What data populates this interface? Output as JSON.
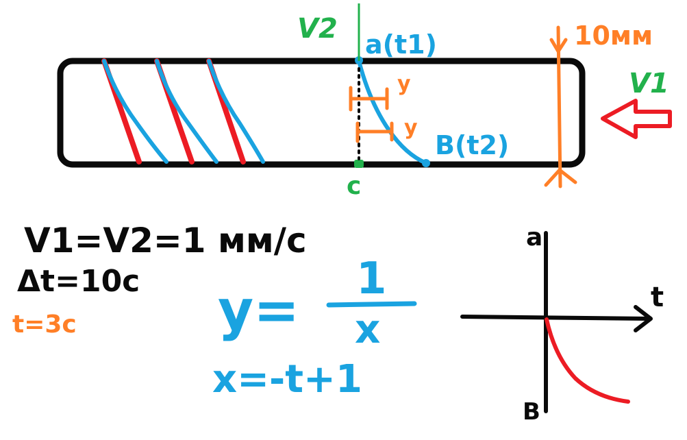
{
  "colors": {
    "black": "#0a0a0a",
    "red": "#ec1c24",
    "blue": "#1aa3e0",
    "green": "#22b14c",
    "orange": "#ff7f27",
    "white": "#ffffff"
  },
  "labels": {
    "v2": "V2",
    "point_a": "a(t1)",
    "point_b": "B(t2)",
    "point_c": "c",
    "y_tick": "y",
    "y_tick_2": "y",
    "mark_10mm": "10мм",
    "v1": "V1"
  },
  "equations": {
    "speeds": "V1=V2=1 мм/с",
    "delta_t": "Δt=10с",
    "t_value": "t=3с",
    "hyperbola_lhs": "y=",
    "hyperbola_num": "1",
    "hyperbola_den": "x",
    "x_relation": "x=-t+1"
  },
  "graph": {
    "y_axis_label": "a",
    "x_axis_label": "t",
    "y_axis_bottom_label": "B"
  },
  "icons": {
    "v1_arrow": "arrow-left-icon"
  }
}
